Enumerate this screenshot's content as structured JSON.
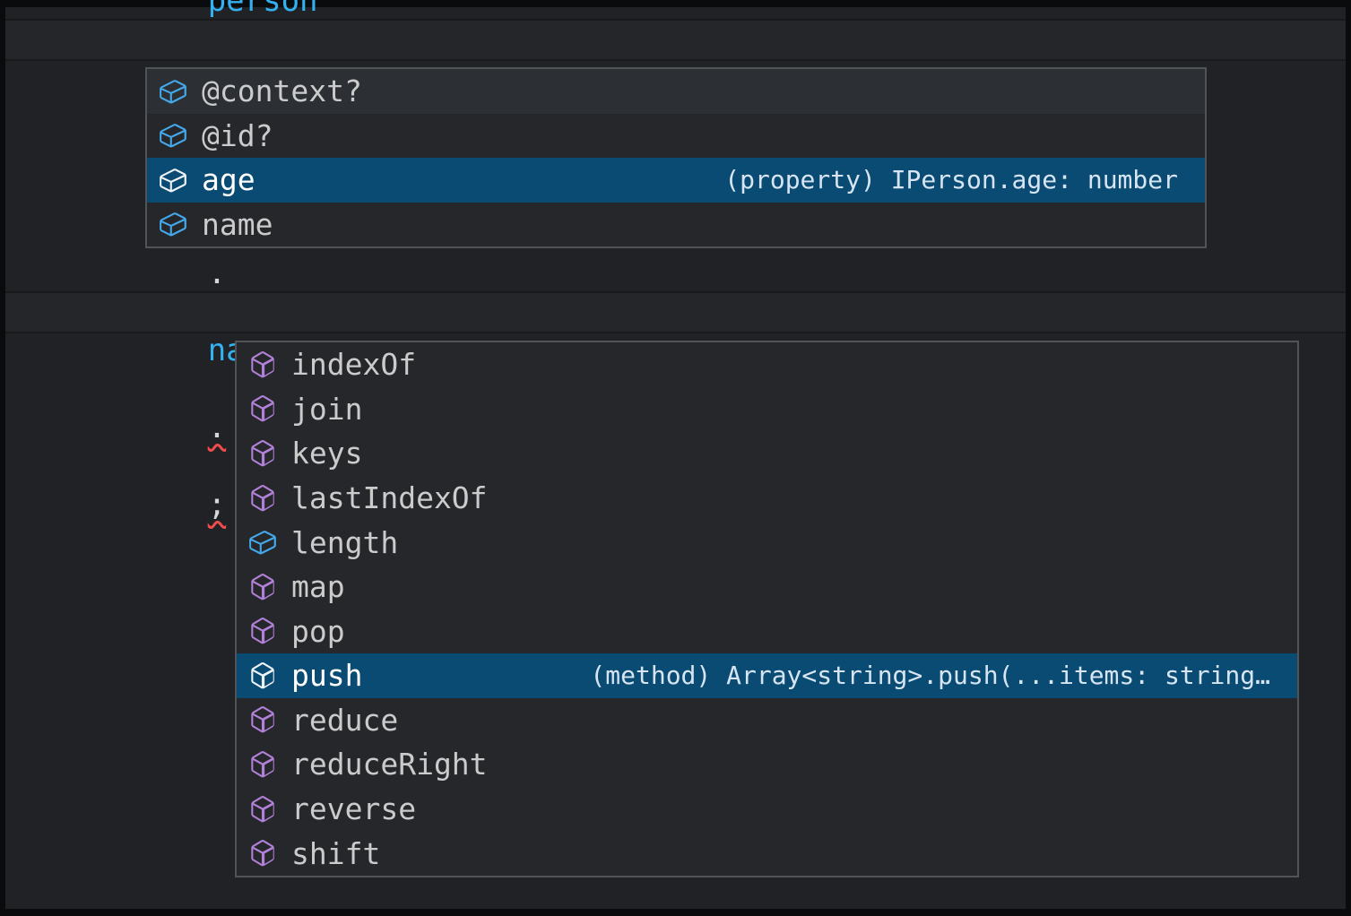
{
  "colors": {
    "editor_background": "#212226",
    "suggest_background": "#26272b",
    "suggest_border": "#515457",
    "selected_row_background": "#0a4b74",
    "hover_row_background": "#2c3034",
    "variable_text": "#33b1f0",
    "punctuation_text": "#d6d6d6",
    "error_squiggle": "#f14c4c",
    "field_icon": "#44a8ea",
    "method_icon": "#b180d7",
    "label_text": "#cbcbcb",
    "selected_text": "#ffffff"
  },
  "code_lines": [
    {
      "tokens": [
        {
          "text": "person",
          "type": "variable"
        },
        {
          "text": ".",
          "type": "error"
        },
        {
          "text": ";",
          "type": "error"
        }
      ]
    },
    {
      "tokens": [
        {
          "text": "person",
          "type": "variable"
        },
        {
          "text": ".",
          "type": "plain"
        },
        {
          "text": "name",
          "type": "variable"
        },
        {
          "text": ".",
          "type": "error"
        },
        {
          "text": ";",
          "type": "error"
        }
      ]
    }
  ],
  "suggest_widget_1": {
    "items": [
      {
        "label": "@context?",
        "kind": "field",
        "state": "hover",
        "detail": ""
      },
      {
        "label": "@id?",
        "kind": "field",
        "state": "",
        "detail": ""
      },
      {
        "label": "age",
        "kind": "field",
        "state": "selected",
        "detail": "(property) IPerson.age: number"
      },
      {
        "label": "name",
        "kind": "field",
        "state": "",
        "detail": ""
      }
    ]
  },
  "suggest_widget_2": {
    "items": [
      {
        "label": "indexOf",
        "kind": "method",
        "state": "",
        "detail": ""
      },
      {
        "label": "join",
        "kind": "method",
        "state": "",
        "detail": ""
      },
      {
        "label": "keys",
        "kind": "method",
        "state": "",
        "detail": ""
      },
      {
        "label": "lastIndexOf",
        "kind": "method",
        "state": "",
        "detail": ""
      },
      {
        "label": "length",
        "kind": "field",
        "state": "",
        "detail": ""
      },
      {
        "label": "map",
        "kind": "method",
        "state": "",
        "detail": ""
      },
      {
        "label": "pop",
        "kind": "method",
        "state": "",
        "detail": ""
      },
      {
        "label": "push",
        "kind": "method",
        "state": "selected",
        "detail": "(method) Array<string>.push(...items: string…"
      },
      {
        "label": "reduce",
        "kind": "method",
        "state": "",
        "detail": ""
      },
      {
        "label": "reduceRight",
        "kind": "method",
        "state": "",
        "detail": ""
      },
      {
        "label": "reverse",
        "kind": "method",
        "state": "",
        "detail": ""
      },
      {
        "label": "shift",
        "kind": "method",
        "state": "",
        "detail": ""
      }
    ]
  }
}
